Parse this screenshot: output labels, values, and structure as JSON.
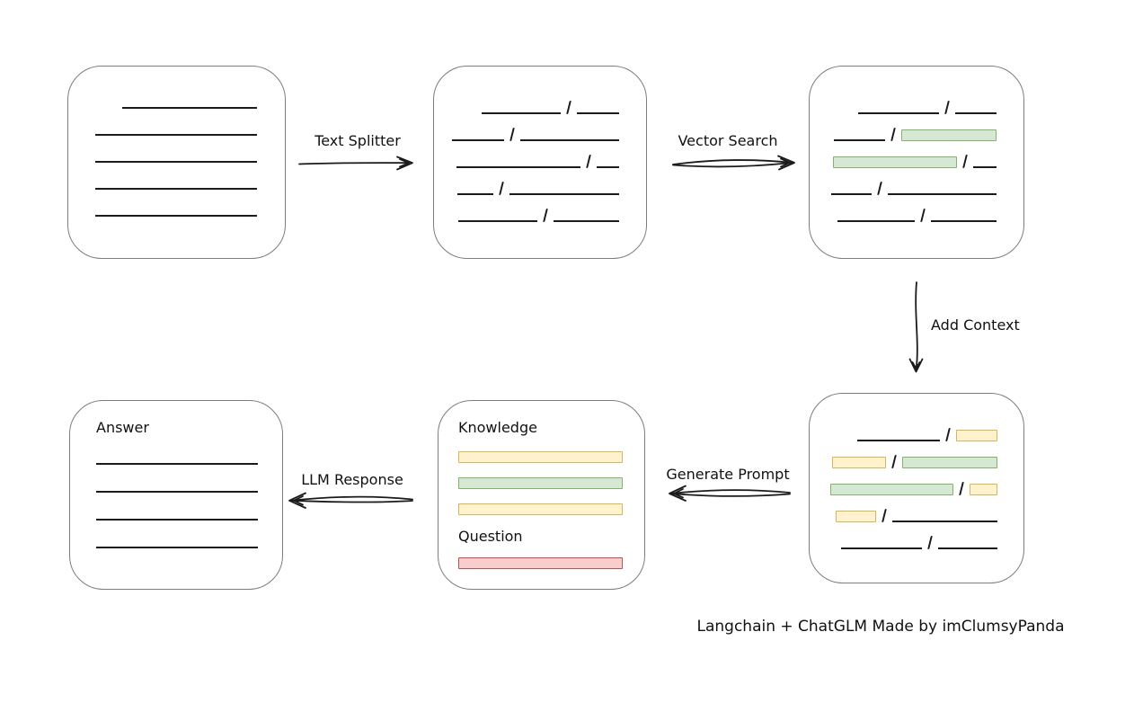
{
  "canvas": {
    "bg": "#ffffff"
  },
  "slash_char": "/",
  "colors": {
    "box_border": "#7d7d7d",
    "stroke": "#1b1b1b",
    "green_fill": "#d5e8d4",
    "green_stroke": "#82b366",
    "yellow_fill": "#fff2cc",
    "yellow_stroke": "#d6b656",
    "red_fill": "#f8cecc",
    "red_stroke": "#b85450"
  },
  "arrows": {
    "text_splitter": {
      "label": "Text Splitter",
      "direction": "right"
    },
    "vector_search": {
      "label": "Vector Search",
      "direction": "right"
    },
    "add_context": {
      "label": "Add Context",
      "direction": "down"
    },
    "generate_prompt": {
      "label": "Generate Prompt",
      "direction": "left"
    },
    "llm_response": {
      "label": "LLM Response",
      "direction": "left"
    }
  },
  "boxes": {
    "document": {
      "rows": [
        [
          [
            "line",
            150
          ]
        ],
        [
          [
            "line",
            180
          ]
        ],
        [
          [
            "line",
            180
          ]
        ],
        [
          [
            "line",
            180
          ]
        ],
        [
          [
            "line",
            180
          ]
        ]
      ]
    },
    "chunks": {
      "rows": [
        [
          [
            "line",
            88
          ],
          [
            "slash"
          ],
          [
            "line",
            47
          ]
        ],
        [
          [
            "line",
            58
          ],
          [
            "slash"
          ],
          [
            "line",
            110
          ]
        ],
        [
          [
            "line",
            138
          ],
          [
            "slash"
          ],
          [
            "line",
            25
          ]
        ],
        [
          [
            "line",
            40
          ],
          [
            "slash"
          ],
          [
            "line",
            122
          ]
        ],
        [
          [
            "line",
            88
          ],
          [
            "slash"
          ],
          [
            "line",
            73
          ]
        ]
      ]
    },
    "matched_chunks": {
      "rows": [
        [
          [
            "line",
            90
          ],
          [
            "slash"
          ],
          [
            "line",
            46
          ]
        ],
        [
          [
            "line",
            57
          ],
          [
            "slash"
          ],
          [
            "green",
            106
          ]
        ],
        [
          [
            "green",
            138
          ],
          [
            "slash"
          ],
          [
            "line",
            26
          ]
        ],
        [
          [
            "line",
            45
          ],
          [
            "slash"
          ],
          [
            "line",
            121
          ]
        ],
        [
          [
            "line",
            86
          ],
          [
            "slash"
          ],
          [
            "line",
            73
          ]
        ]
      ]
    },
    "context_chunks": {
      "rows": [
        [
          [
            "line",
            92
          ],
          [
            "slash"
          ],
          [
            "yellow",
            46
          ]
        ],
        [
          [
            "yellow",
            60
          ],
          [
            "slash"
          ],
          [
            "green",
            106
          ]
        ],
        [
          [
            "green",
            137
          ],
          [
            "slash"
          ],
          [
            "yellow",
            31
          ]
        ],
        [
          [
            "yellow",
            45
          ],
          [
            "slash"
          ],
          [
            "line",
            117
          ]
        ],
        [
          [
            "line",
            90
          ],
          [
            "slash"
          ],
          [
            "line",
            66
          ]
        ]
      ]
    },
    "prompt": {
      "knowledge_label": "Knowledge",
      "question_label": "Question",
      "knowledge_rows": [
        [
          [
            "yellow",
            183
          ]
        ],
        [
          [
            "green",
            183
          ]
        ],
        [
          [
            "yellow",
            183
          ]
        ]
      ],
      "question_rows": [
        [
          [
            "red",
            183
          ]
        ]
      ]
    },
    "answer": {
      "label": "Answer",
      "rows": [
        [
          [
            "line",
            180
          ]
        ],
        [
          [
            "line",
            180
          ]
        ],
        [
          [
            "line",
            180
          ]
        ],
        [
          [
            "line",
            180
          ]
        ]
      ]
    }
  },
  "caption": "Langchain + ChatGLM Made by imClumsyPanda"
}
